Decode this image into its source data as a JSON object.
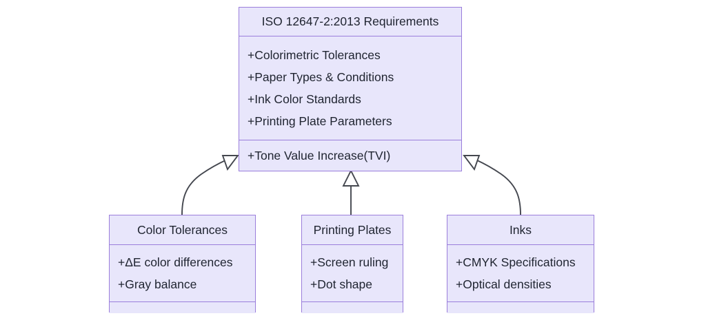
{
  "diagram": {
    "type": "uml-class-diagram",
    "background_color": "#ffffff",
    "box_fill_color": "#e8e6fb",
    "box_border_color": "#9a7ddb",
    "edge_color": "#44474f",
    "text_color": "#1f2430"
  },
  "classes": {
    "parent": {
      "name": "ISO 12647-2:2013 Requirements",
      "attributes": [
        "+Colorimetric Tolerances",
        "+Paper Types & Conditions",
        "+Ink Color Standards",
        "+Printing Plate Parameters"
      ],
      "methods": [
        "+Tone Value Increase(TVI)"
      ]
    },
    "color_tolerances": {
      "name": "Color Tolerances",
      "attributes": [
        "+ΔE color differences",
        "+Gray balance"
      ],
      "methods": []
    },
    "printing_plates": {
      "name": "Printing Plates",
      "attributes": [
        "+Screen ruling",
        "+Dot shape"
      ],
      "methods": []
    },
    "inks": {
      "name": "Inks",
      "attributes": [
        "+CMYK Specifications",
        "+Optical densities"
      ],
      "methods": []
    }
  },
  "relationships": [
    {
      "kind": "generalization",
      "from": "color_tolerances",
      "to": "parent",
      "shape": "curved"
    },
    {
      "kind": "generalization",
      "from": "printing_plates",
      "to": "parent",
      "shape": "straight"
    },
    {
      "kind": "generalization",
      "from": "inks",
      "to": "parent",
      "shape": "curved"
    }
  ]
}
